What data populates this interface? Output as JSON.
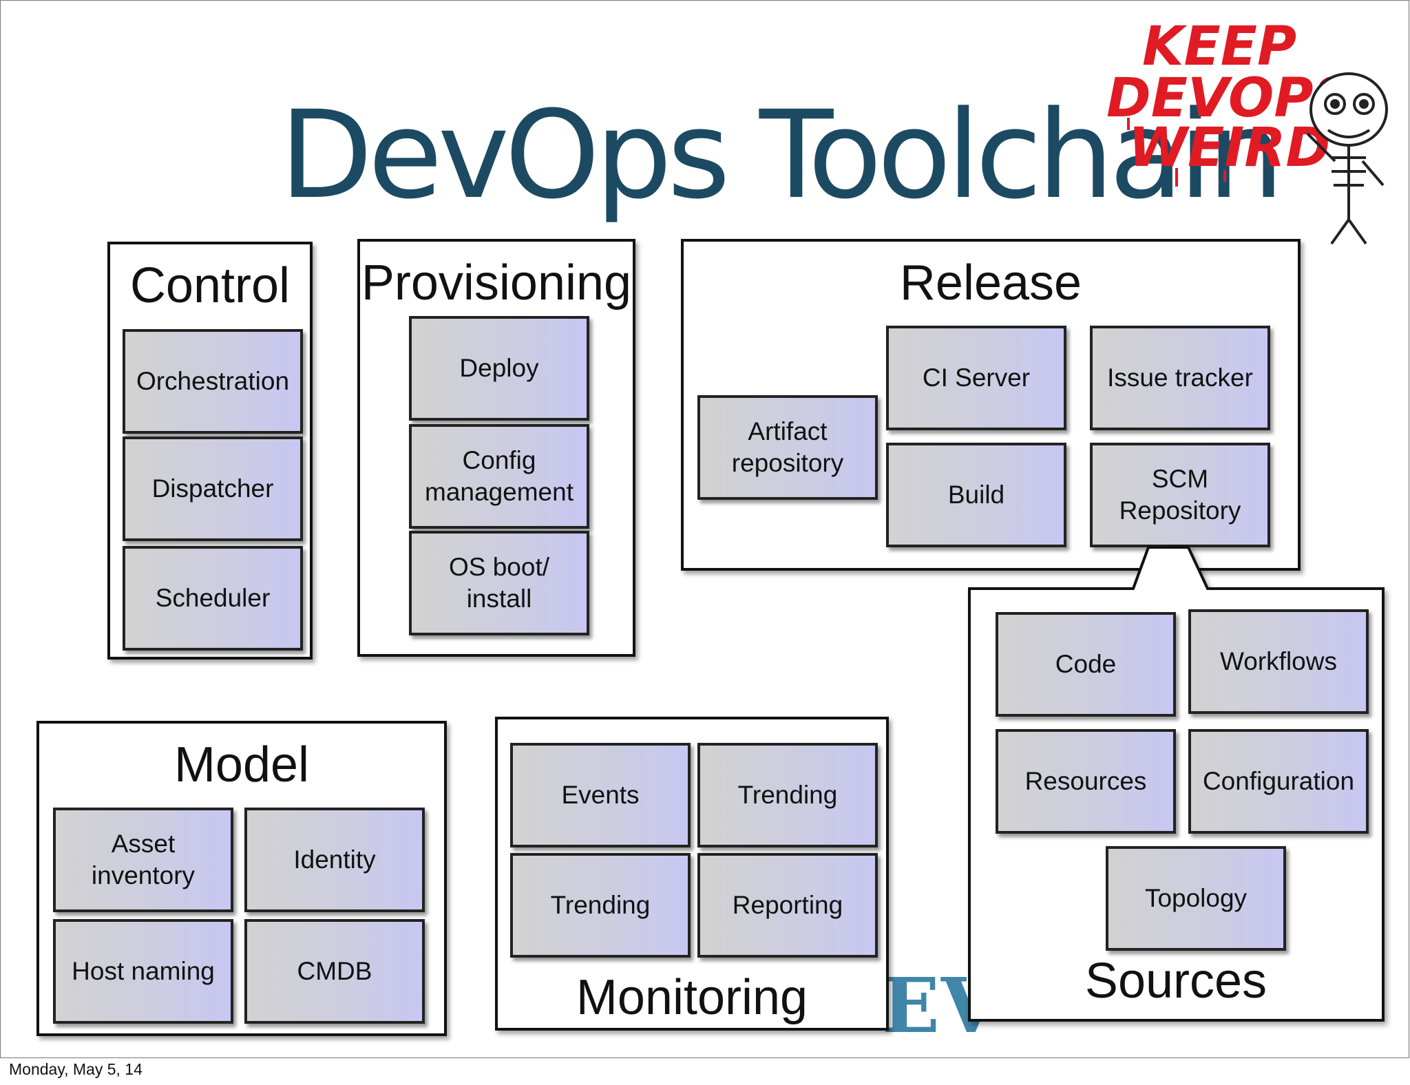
{
  "title": "DevOps Toolchain",
  "badge": {
    "lines": [
      "KEEP",
      "DEVOPS",
      "WEIRD"
    ],
    "color": "#e01b24"
  },
  "watermark": "EV",
  "footer": "Monday, May 5, 14",
  "groups": {
    "control": {
      "label": "Control",
      "items": [
        "Orchestration",
        "Dispatcher",
        "Scheduler"
      ]
    },
    "provisioning": {
      "label": "Provisioning",
      "items": [
        "Deploy",
        "Config management",
        "OS boot/ install"
      ]
    },
    "release": {
      "label": "Release",
      "items": [
        "Artifact repository",
        "CI Server",
        "Issue tracker",
        "Build",
        "SCM Repository"
      ]
    },
    "sources": {
      "label": "Sources",
      "items": [
        "Code",
        "Workflows",
        "Resources",
        "Configuration",
        "Topology"
      ]
    },
    "model": {
      "label": "Model",
      "items": [
        "Asset inventory",
        "Identity",
        "Host naming",
        "CMDB"
      ]
    },
    "monitoring": {
      "label": "Monitoring",
      "items": [
        "Events",
        "Trending",
        "Trending",
        "Reporting"
      ]
    }
  },
  "colors": {
    "title": "#1d4a63",
    "box_left": "#d2d2d2",
    "box_right": "#c7c7f2",
    "border": "#111111"
  }
}
